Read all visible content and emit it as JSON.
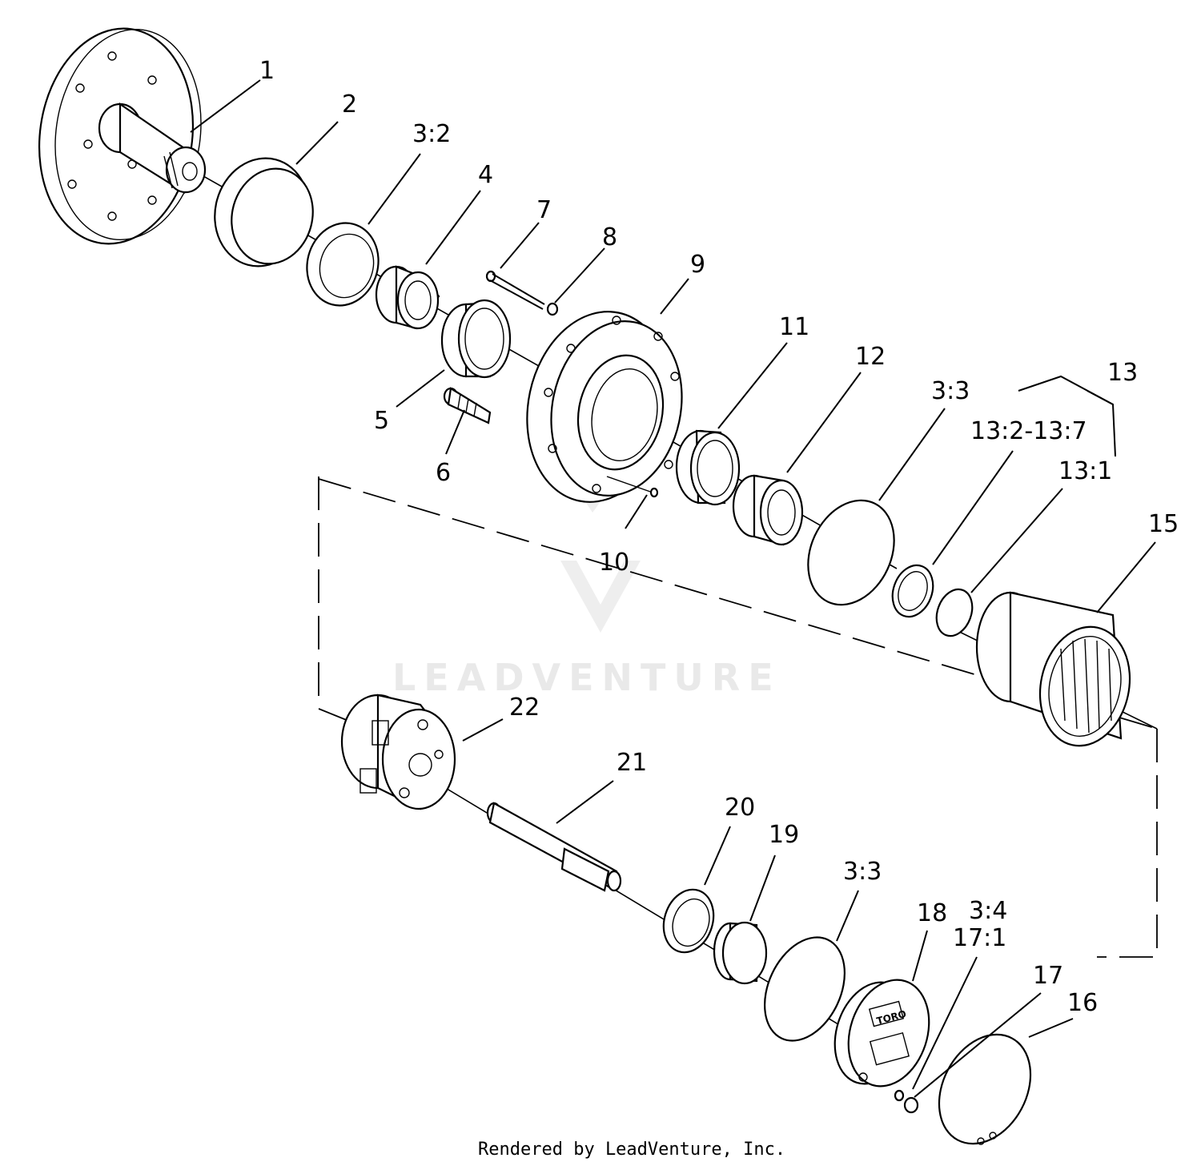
{
  "watermark": "LEADVENTURE",
  "footer": "Rendered by LeadVenture, Inc.",
  "cap_logo": "TORO",
  "callouts": [
    "1",
    "2",
    "3:2",
    "4",
    "7",
    "8",
    "9",
    "5",
    "6",
    "11",
    "12",
    "3:3",
    "13",
    "13:2-13:7",
    "13:1",
    "15",
    "10",
    "22",
    "21",
    "20",
    "19",
    "3:3",
    "18",
    "3:4",
    "17:1",
    "17",
    "16"
  ]
}
